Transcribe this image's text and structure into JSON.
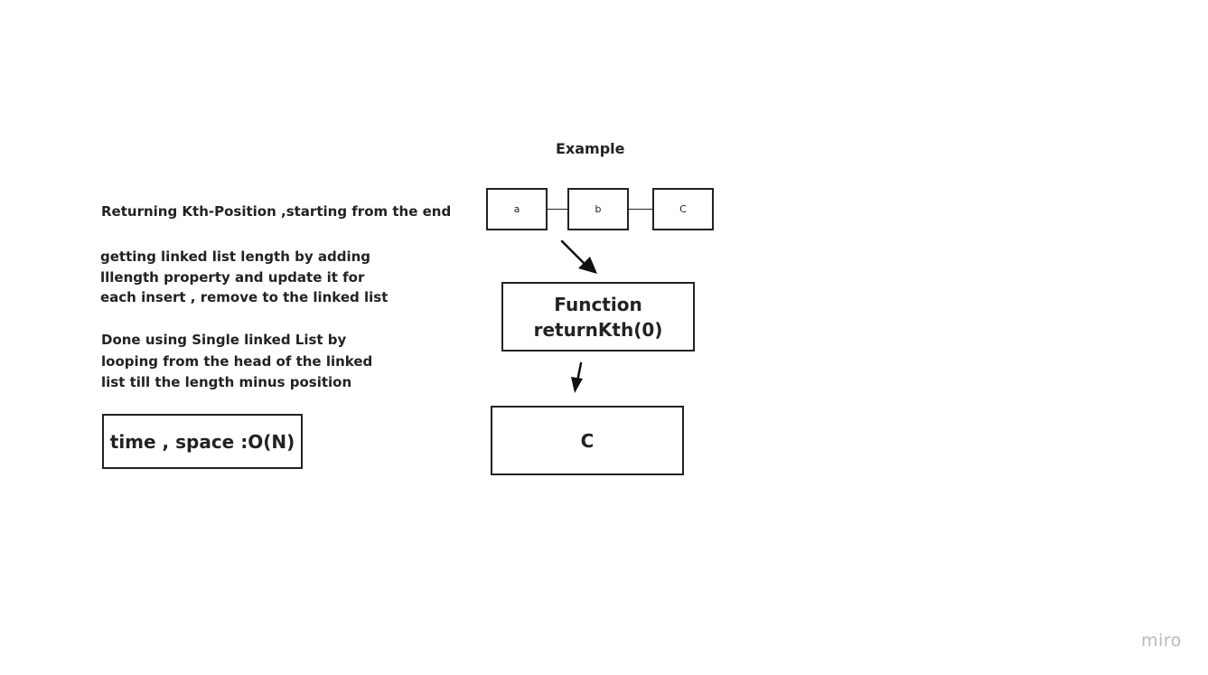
{
  "notes": {
    "heading": "Returning Kth-Position ,starting from the end",
    "length_lines": [
      "getting linked list length by adding",
      "lllength property and update it for",
      "each insert , remove to the linked list"
    ],
    "approach_lines": [
      "Done using Single linked List by",
      "looping from the head of the linked",
      "list till the length minus position"
    ],
    "complexity": "time , space :O(N)"
  },
  "example": {
    "title": "Example",
    "nodes": [
      "a",
      "b",
      "C"
    ],
    "function_lines": [
      "Function",
      "returnKth(0)"
    ],
    "result": "C"
  },
  "watermark": "miro"
}
